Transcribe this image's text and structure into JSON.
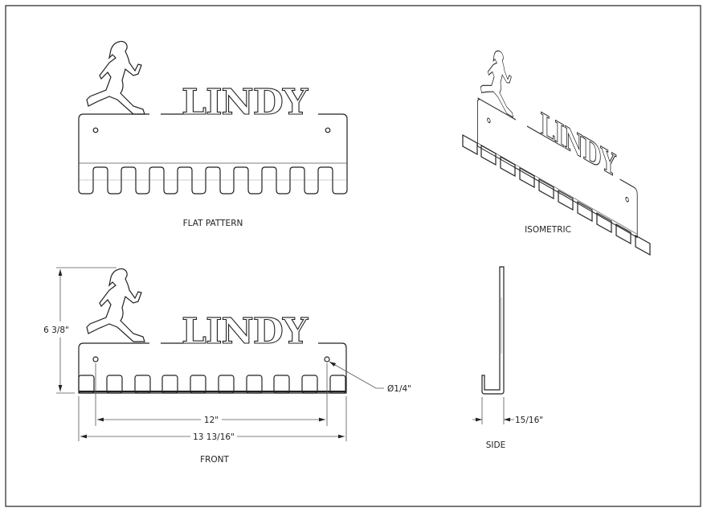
{
  "name_text": "LINDY",
  "views": {
    "flat": "FLAT PATTERN",
    "isometric": "ISOMETRIC",
    "front": "FRONT",
    "side": "SIDE"
  },
  "dimensions": {
    "height": "6 3/8\"",
    "hole_spacing": "12\"",
    "overall_width": "13 13/16\"",
    "hole_diameter": "Ø1/4\"",
    "depth": "15/16\""
  }
}
